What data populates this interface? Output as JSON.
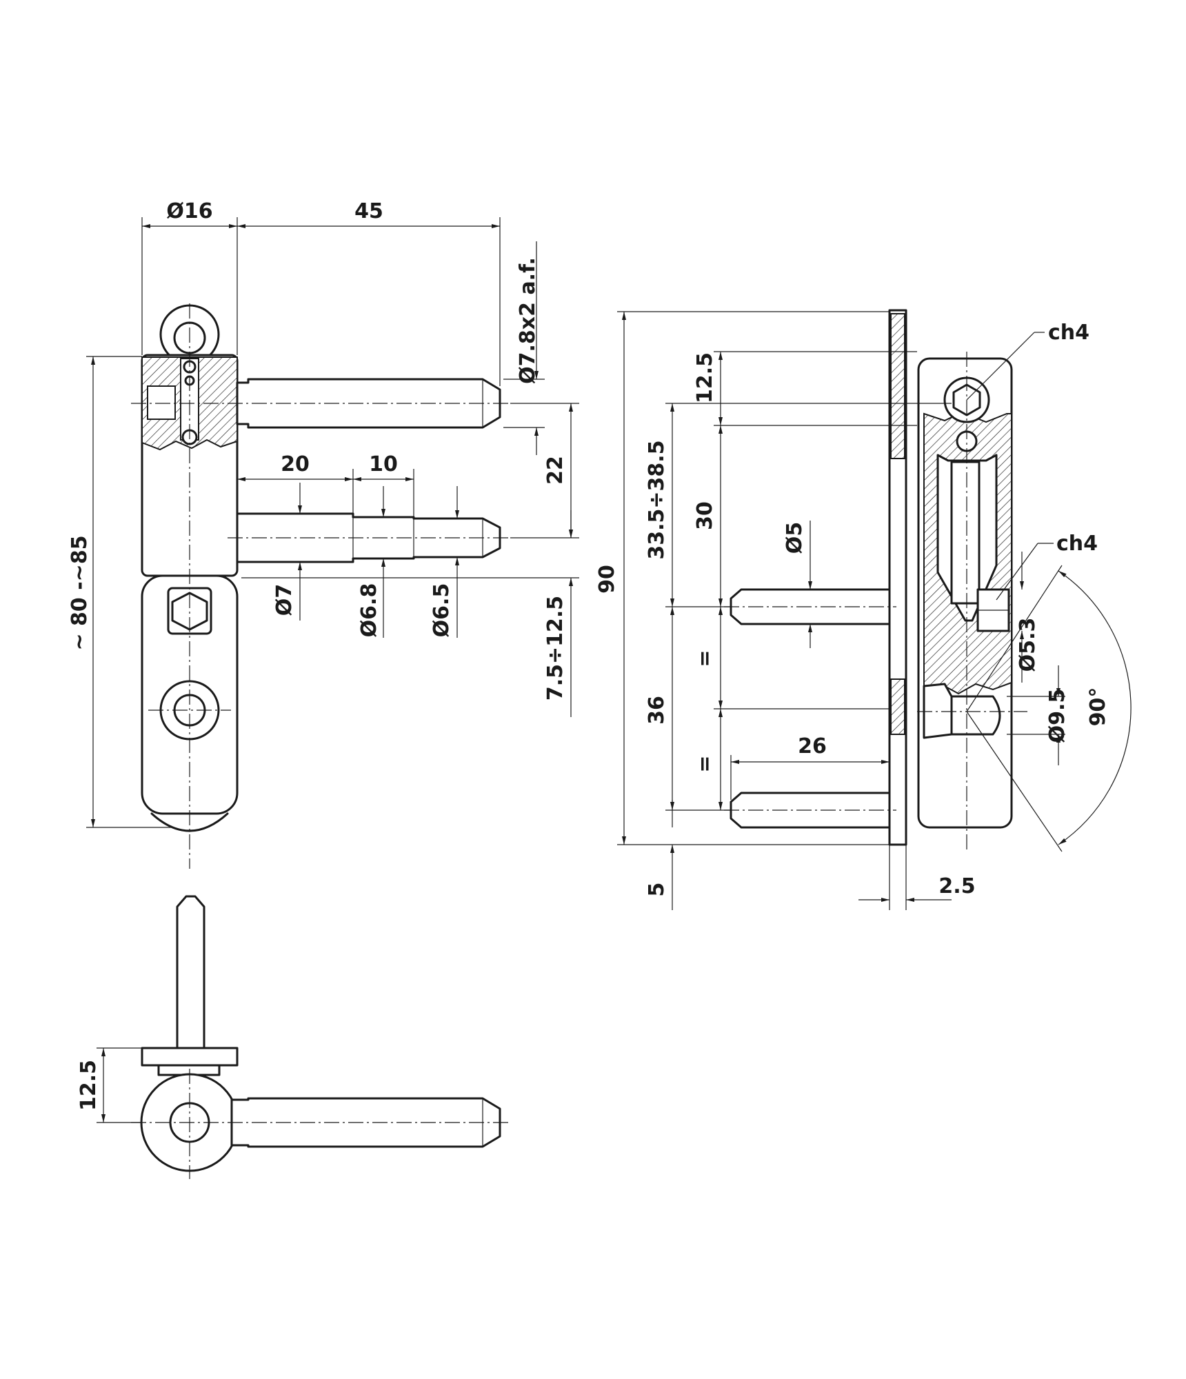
{
  "diagram": {
    "front_view": {
      "dims": {
        "dia_body": "Ø16",
        "pin_length": "45",
        "pin_af": "Ø7.8x2 a.f.",
        "height": "~ 80 -~85",
        "offset_22": "22",
        "len_20": "20",
        "len_10": "10",
        "dia_7": "Ø7",
        "dia_68": "Ø6.8",
        "dia_65": "Ø6.5",
        "adjust": "7.5÷12.5"
      }
    },
    "plan_view": {
      "dims": {
        "offset": "12.5"
      }
    },
    "side_view": {
      "dims": {
        "ch4_top": "ch4",
        "ch4_mid": "ch4",
        "total_90": "90",
        "d_125": "12.5",
        "range": "33.5÷38.5",
        "d_30": "30",
        "dia_5": "Ø5",
        "eq_1": "=",
        "eq_2": "=",
        "d_36": "36",
        "d_26": "26",
        "dia_53": "Ø5.3",
        "dia_95": "Ø9.5",
        "angle": "90°",
        "d_5": "5",
        "d_25": "2.5"
      }
    }
  }
}
